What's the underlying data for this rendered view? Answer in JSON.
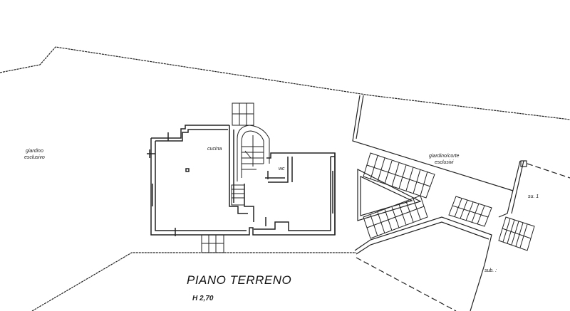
{
  "drawing": {
    "title": "PIANO TERRENO",
    "height_label": "H 2,70",
    "line_color": "#222222",
    "background": "#ffffff"
  },
  "labels": {
    "left_garden_line1": "giardino",
    "left_garden_line2": "esclusivo",
    "kitchen": "cucina",
    "wc": "wc",
    "right_garden_line1": "giardino/corte",
    "right_garden_line2": "esclusivi",
    "sub_upper": "su.   1",
    "sub_lower": "sub. :"
  }
}
